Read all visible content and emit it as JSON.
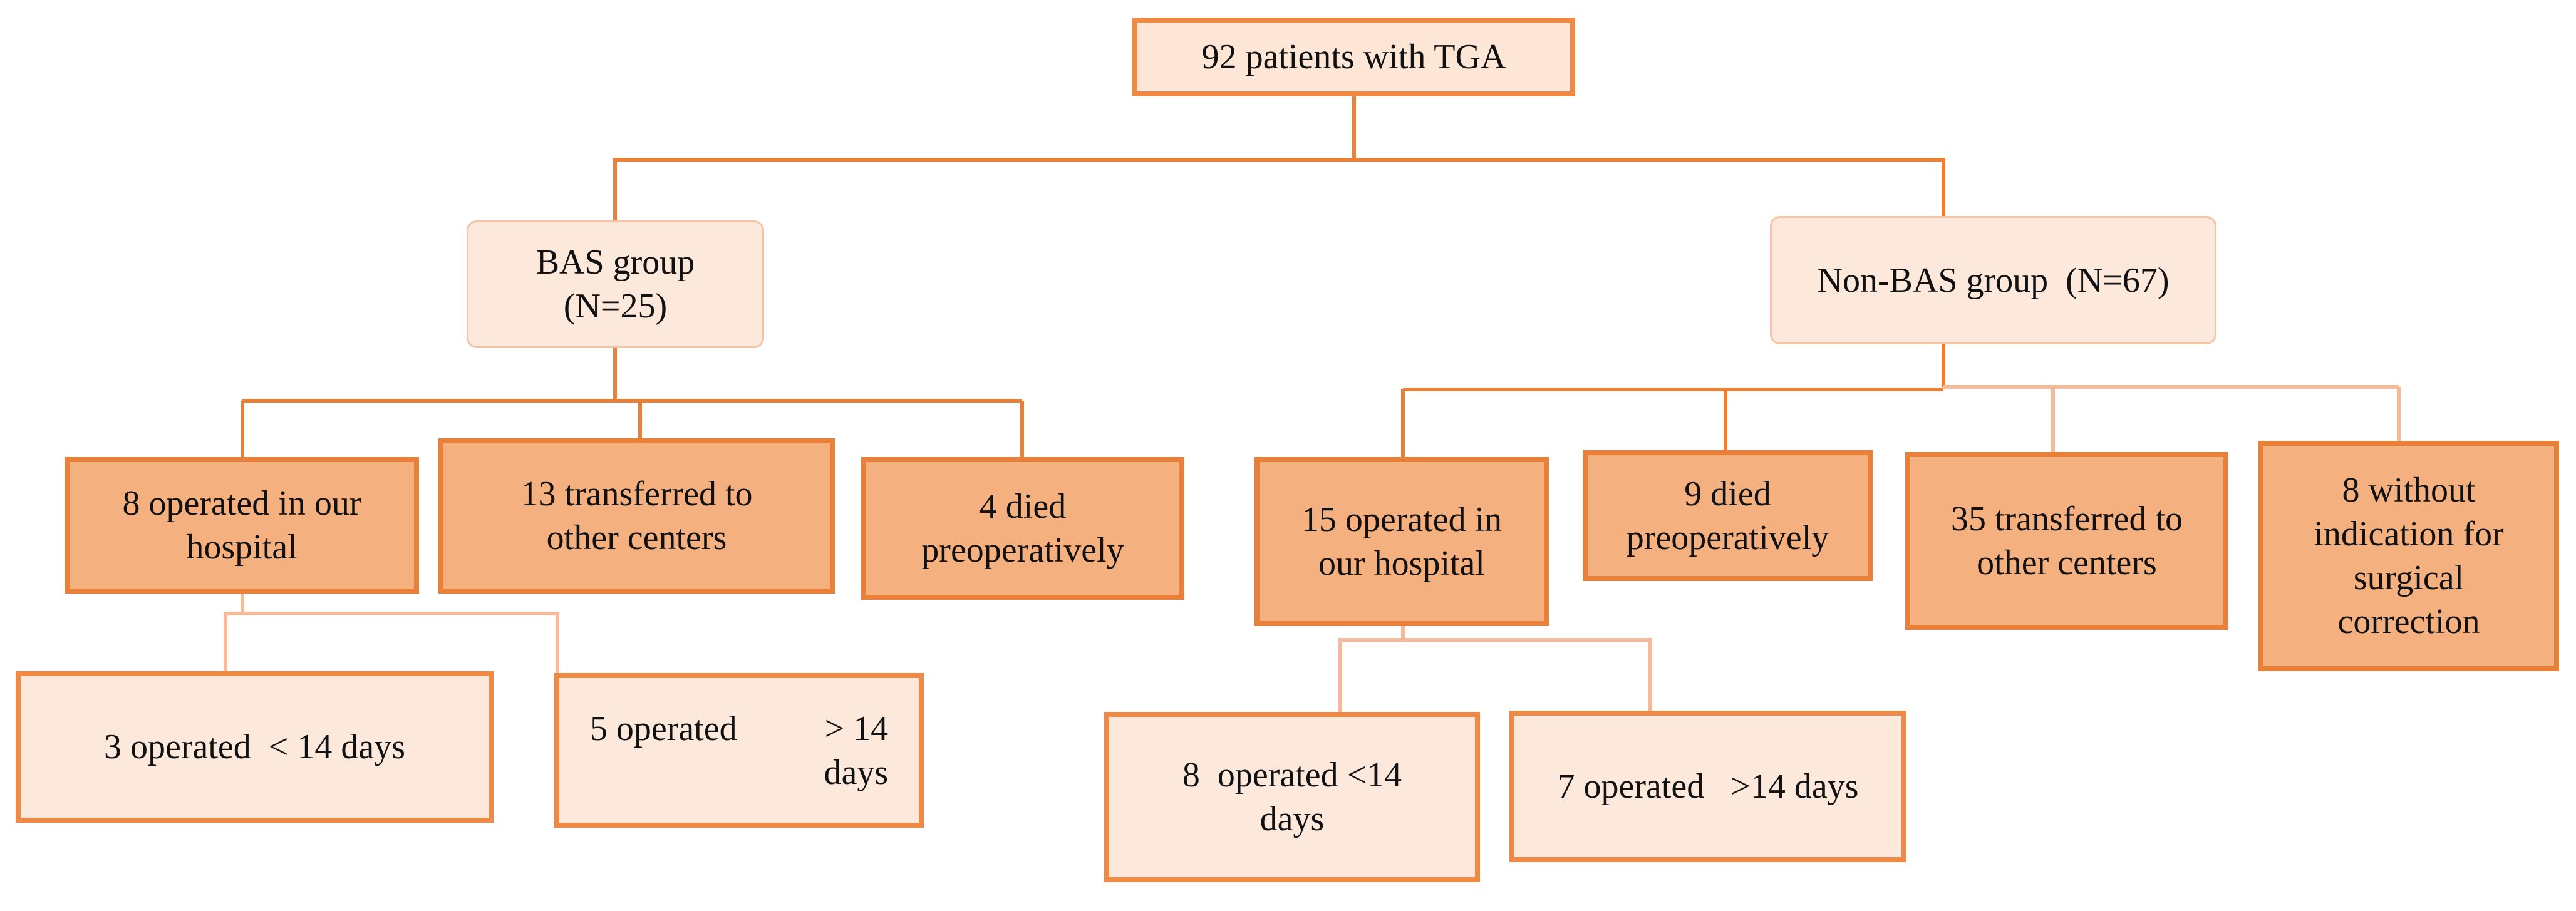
{
  "root": {
    "label": "92 patients with TGA"
  },
  "groups": {
    "bas": {
      "label": "BAS group\n(N=25)"
    },
    "nonbas": {
      "label": "Non-BAS group  (N=67)"
    }
  },
  "bas_outcomes": [
    {
      "label": "8 operated in our\nhospital"
    },
    {
      "label": "13 transferred to\nother centers"
    },
    {
      "label": "4 died\npreoperatively"
    }
  ],
  "bas_subgroups": [
    {
      "label": "3 operated  < 14 days"
    },
    {
      "label": "5 operated          > 14\ndays"
    }
  ],
  "nonbas_outcomes": [
    {
      "label": "15  operated in\nour hospital"
    },
    {
      "label": "9 died\npreoperatively"
    },
    {
      "label": "35 transferred to\nother centers"
    },
    {
      "label": "8 without\nindication for\nsurgical\ncorrection"
    }
  ],
  "nonbas_subgroups": [
    {
      "label": "8  operated <14\ndays"
    },
    {
      "label": "7 operated   >14 days"
    }
  ],
  "colors": {
    "dark_connector": "#e8803a",
    "light_connector": "#f6b99a",
    "outcome_fill": "#f5b080",
    "light_fill": "#fde8dc"
  }
}
